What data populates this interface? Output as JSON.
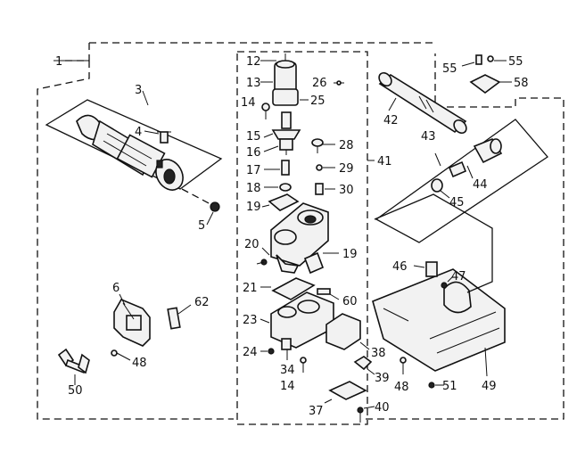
{
  "diagram": {
    "labels": [
      "1",
      "3",
      "4",
      "5",
      "6",
      "62",
      "48",
      "50",
      "12",
      "13",
      "26",
      "25",
      "14",
      "15",
      "16",
      "28",
      "17",
      "29",
      "18",
      "30",
      "19",
      "41",
      "20",
      "19",
      "21",
      "60",
      "23",
      "38",
      "24",
      "34",
      "14",
      "39",
      "48",
      "51",
      "49",
      "37",
      "40",
      "42",
      "55",
      "55",
      "58",
      "43",
      "44",
      "45",
      "46",
      "47"
    ]
  }
}
